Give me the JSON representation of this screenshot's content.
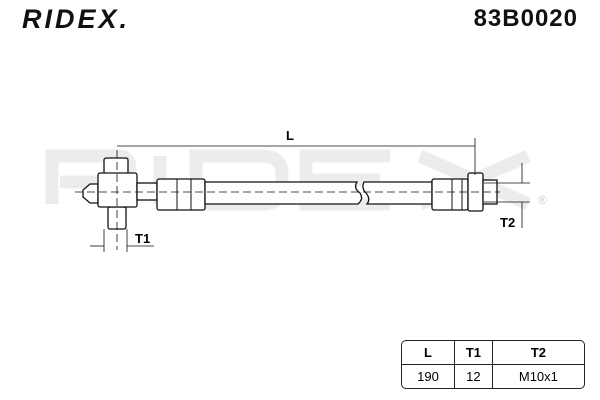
{
  "brand": "RIDEX.",
  "watermark": "RIDEX",
  "part_number": "83B0020",
  "labels": {
    "L": "L",
    "T1": "T1",
    "T2": "T2"
  },
  "table": {
    "headers": [
      "L",
      "T1",
      "T2"
    ],
    "values": [
      "190",
      "12",
      "M10x1"
    ]
  }
}
